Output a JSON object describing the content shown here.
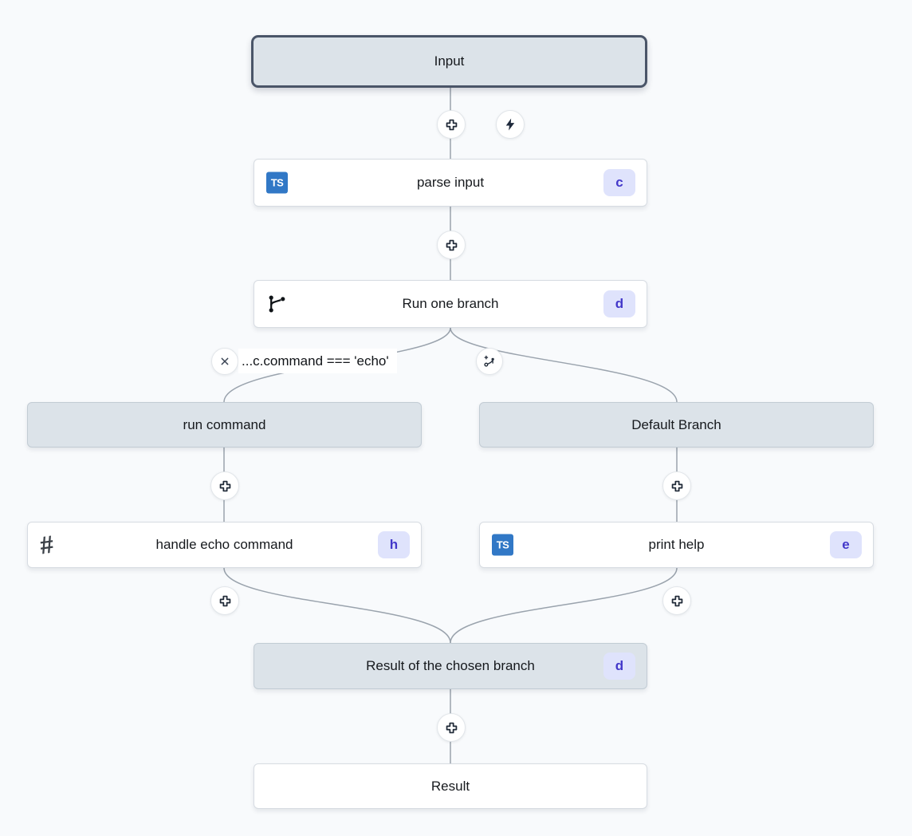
{
  "app": {
    "view": "flow-graph-canvas",
    "background": "#f8fafc"
  },
  "colors": {
    "edge": "#9aa3ad",
    "node_background": "#ffffff",
    "node_border": "#d7dce2",
    "header_fill": "#dce3e9",
    "header_border": "#c2ccd4",
    "selected_border": "#4a5568",
    "badge_background": "#dfe3fc",
    "badge_text": "#4338ca",
    "typescript_blue": "#3178c6",
    "text": "#16191d"
  },
  "icons": {
    "ts_label": "TS",
    "hash_glyph": "#",
    "add_step": "plus-cross",
    "trigger": "lightning-bolt",
    "remove_condition": "x",
    "add_branch": "branch-plus",
    "git_branch": "git-branch"
  },
  "nodes": {
    "input": {
      "label": "Input"
    },
    "parse_input": {
      "label": "parse input",
      "badge": "c",
      "icon": "typescript"
    },
    "run_one_branch": {
      "label": "Run one branch",
      "badge": "d",
      "icon": "git-branch"
    },
    "run_command": {
      "label": "run command"
    },
    "default_branch": {
      "label": "Default Branch"
    },
    "handle_echo_command": {
      "label": "handle echo command",
      "badge": "h",
      "icon": "hash"
    },
    "print_help": {
      "label": "print help",
      "badge": "e",
      "icon": "typescript"
    },
    "branch_result": {
      "label": "Result of the chosen branch",
      "badge": "d"
    },
    "result": {
      "label": "Result"
    }
  },
  "edge_labels": {
    "branch_condition": "...c.command === 'echo'"
  }
}
